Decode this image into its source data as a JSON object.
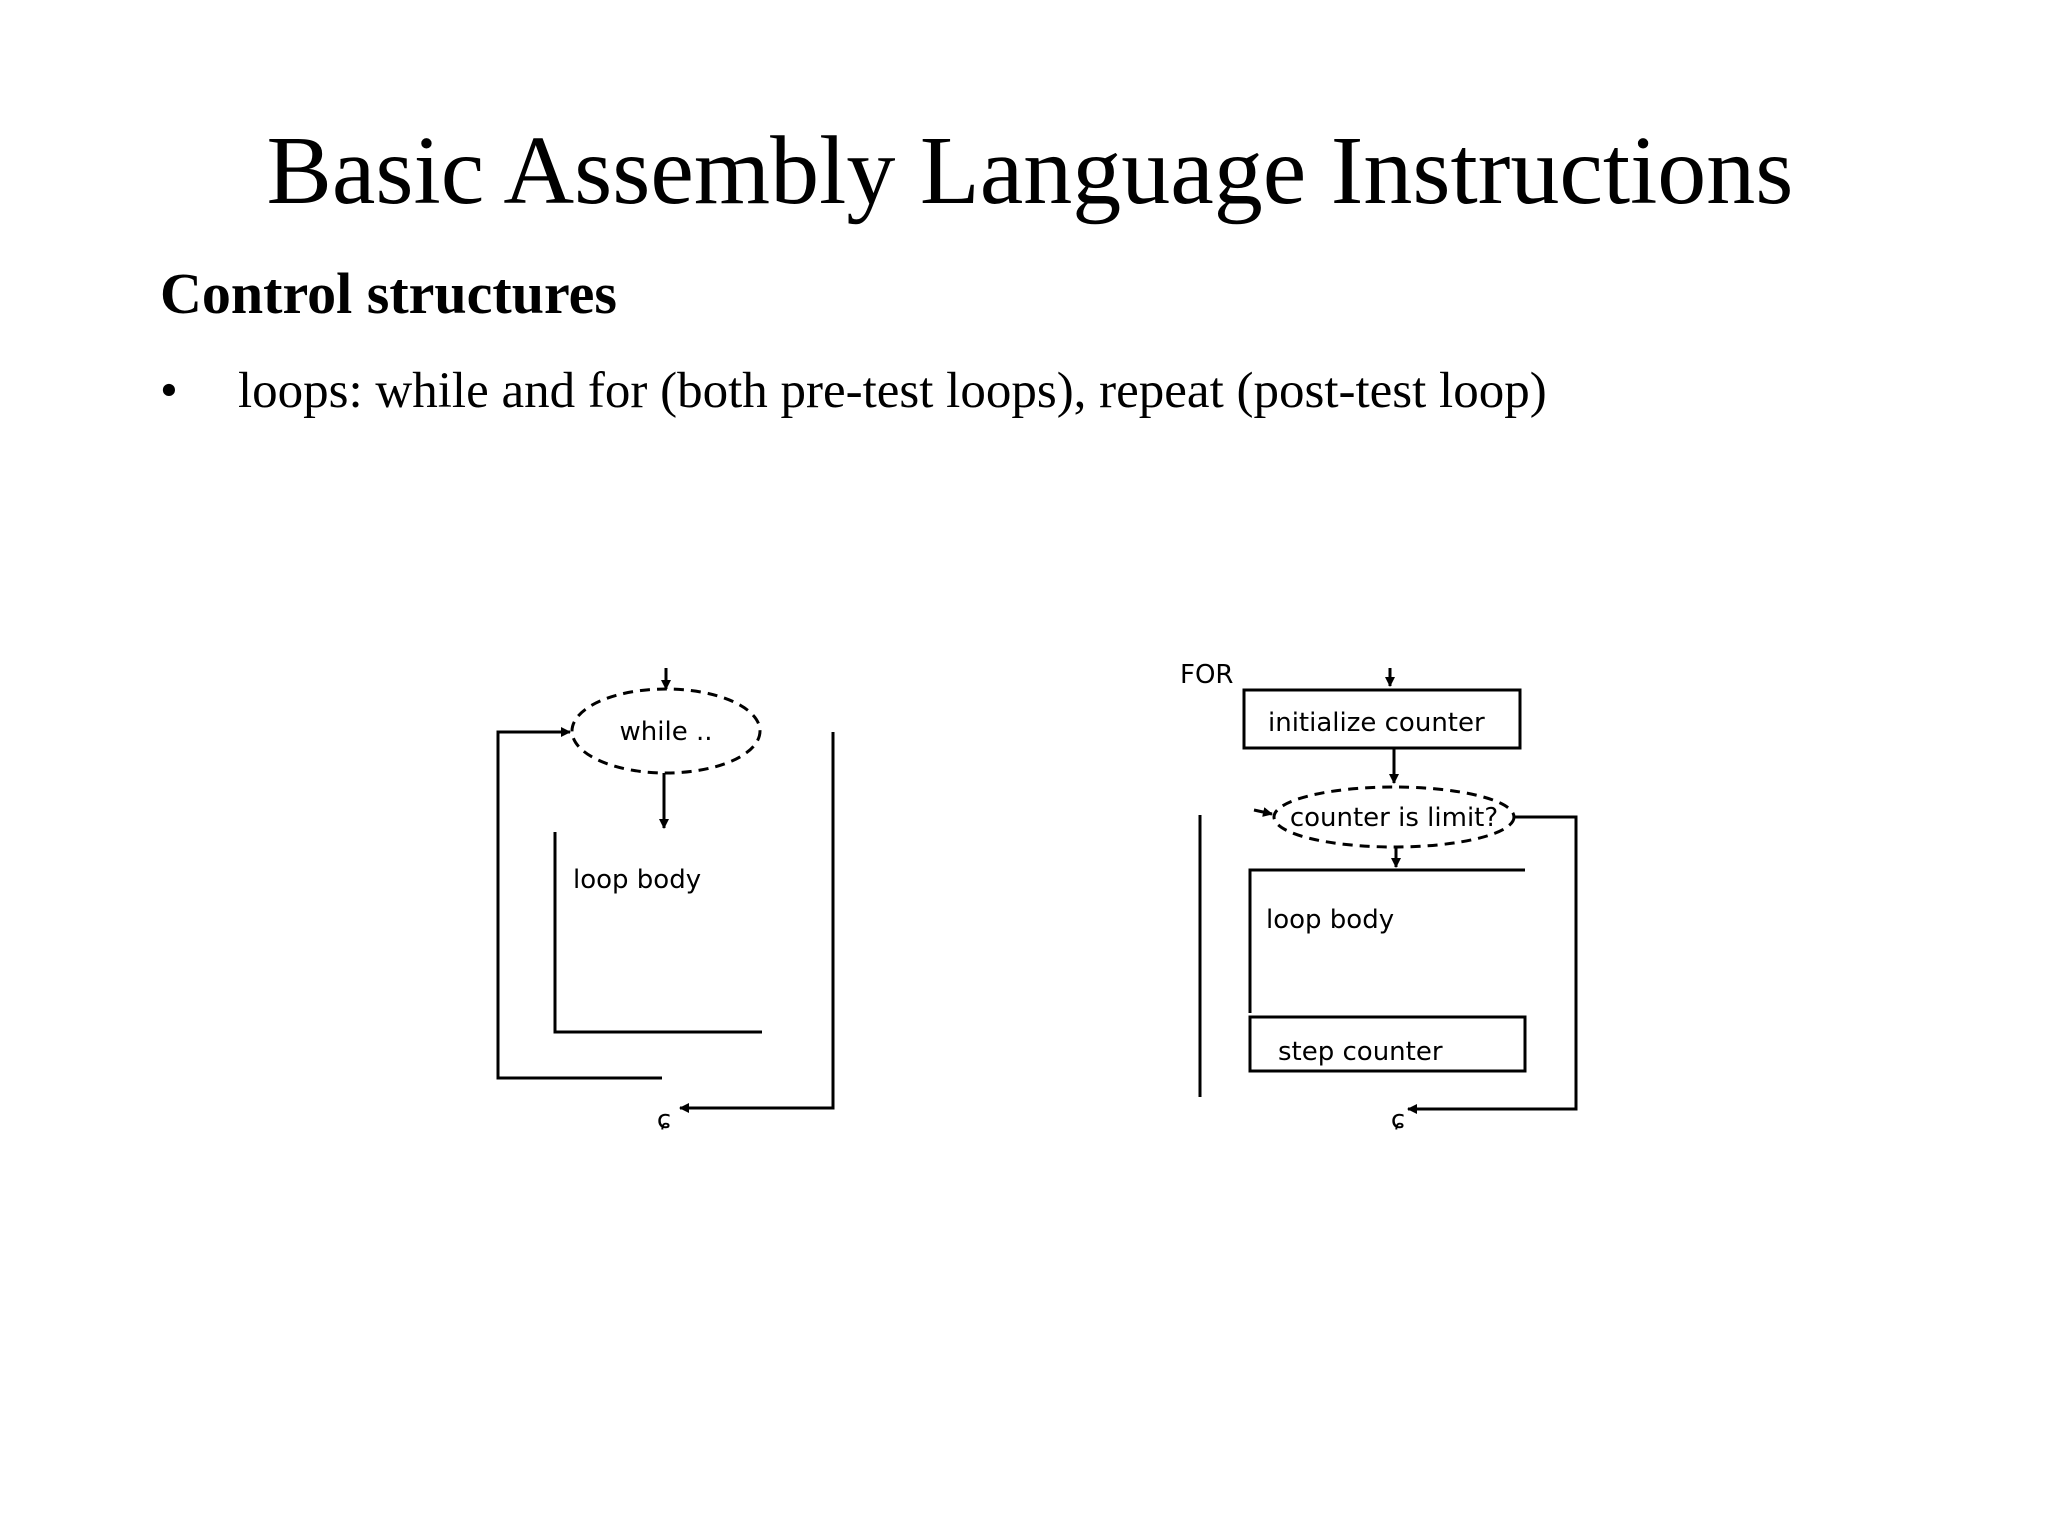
{
  "slide": {
    "title": "Basic Assembly Language Instructions",
    "subtitle": "Control structures",
    "bullets": [
      {
        "marker": "•",
        "text": "loops: while and for (both pre-test loops), repeat (post-test loop)"
      }
    ]
  },
  "while_diagram": {
    "condition_label": "while ..",
    "body_label": "loop body"
  },
  "for_diagram": {
    "heading": "FOR",
    "init_label": "initialize counter",
    "condition_label": "counter is limit?",
    "body_label": "loop body",
    "step_label": "step counter"
  }
}
